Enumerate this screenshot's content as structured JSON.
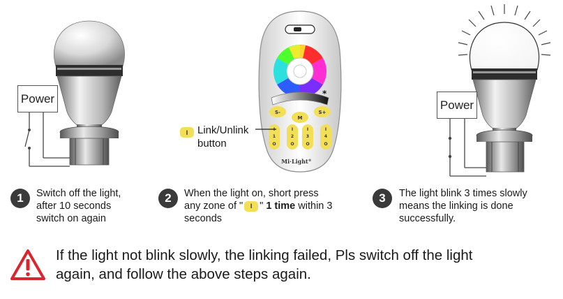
{
  "power_label": "Power",
  "remote": {
    "brand": "Mi·Light",
    "brand_mark": "®",
    "btn_s_minus": "S-",
    "btn_m": "M",
    "btn_s_plus": "S+",
    "zones": [
      {
        "on": "I",
        "num": "1",
        "off": "O"
      },
      {
        "on": "I",
        "num": "2",
        "off": "O"
      },
      {
        "on": "I",
        "num": "3",
        "off": "O"
      },
      {
        "on": "I",
        "num": "4",
        "off": "O"
      }
    ]
  },
  "link_button": {
    "chip": "I",
    "line1": "Link/Unlink",
    "line2": "button"
  },
  "steps": [
    {
      "number": "1",
      "lines": [
        "Switch off the light,",
        "after 10 seconds",
        "switch on again"
      ]
    },
    {
      "number": "2",
      "line1": "When the light on, short press",
      "line2_pre": "any zone of \"",
      "chip": "I",
      "line2_quote": "\"",
      "line2_bold": "1 time",
      "line2_post": " within 3",
      "line3": "seconds"
    },
    {
      "number": "3",
      "lines": [
        "The light blink 3 times slowly",
        "means the linking is done",
        "successfully."
      ]
    }
  ],
  "warning": {
    "icon": "warning-triangle-icon",
    "line1": "If the light not blink slowly, the linking failed, Pls switch off the light",
    "line2": "again, and follow the above steps again."
  },
  "colors": {
    "warning_red": "#d7262d",
    "chip_yellow": "#f2df57",
    "step_circle": "#3a3a3a"
  }
}
